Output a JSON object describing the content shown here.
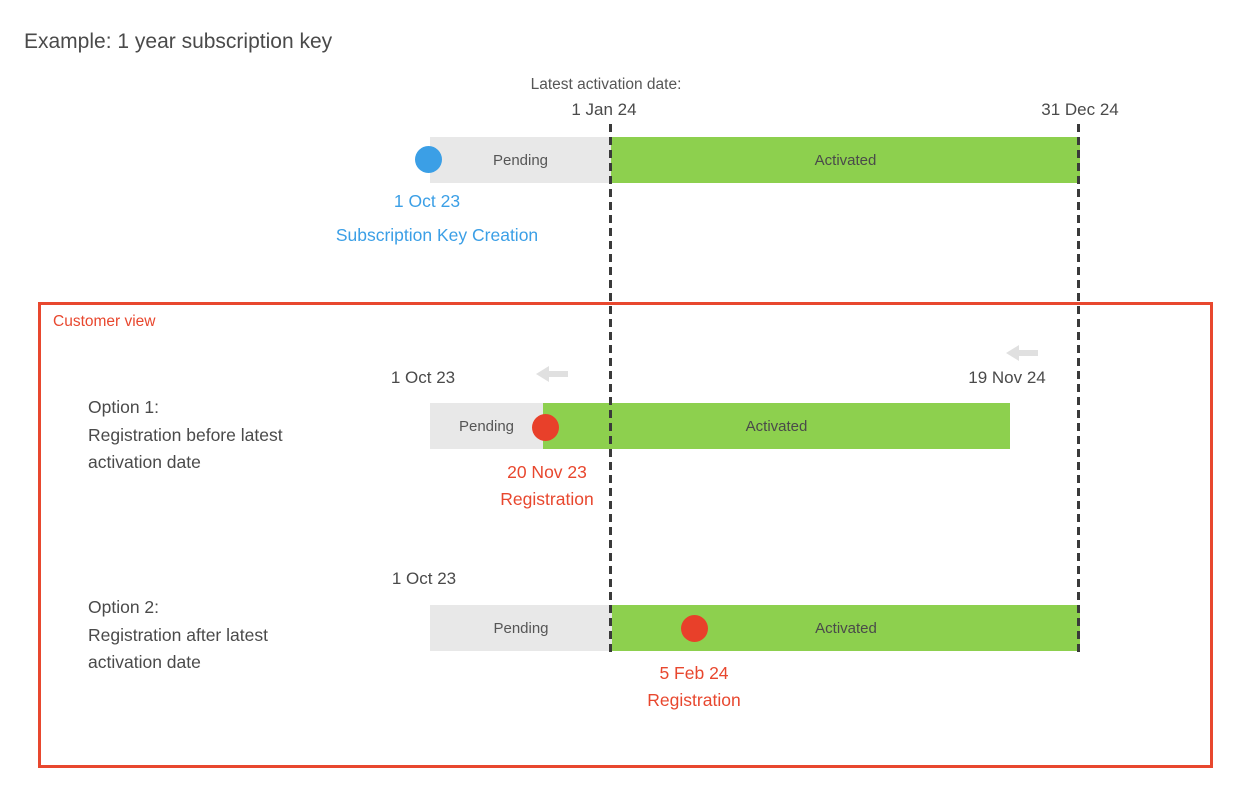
{
  "title": "Example: 1 year subscription key",
  "colors": {
    "accent-blue": "#3B9FE6",
    "accent-red": "#E8472E",
    "dot-red": "#E8402A",
    "bar-green": "#8DD04E",
    "bar-gray": "#E8E8E8",
    "text-dark": "#4A4A4A",
    "text-mid": "#565656",
    "arrow-gray": "#E0E0E0",
    "dash-color": "#3A3A3A"
  },
  "header": {
    "latest_activation_label": "Latest activation date:",
    "latest_activation_date": "1 Jan 24",
    "end_date": "31 Dec 24"
  },
  "creation": {
    "pending_label": "Pending",
    "activated_label": "Activated",
    "date": "1 Oct 23",
    "label": "Subscription Key Creation"
  },
  "customer_view": {
    "box_label": "Customer view",
    "option1": {
      "title": "Option 1:",
      "line2": "Registration before latest",
      "line3": "activation date",
      "start_date": "1 Oct 23",
      "end_date": "19 Nov 24",
      "pending_label": "Pending",
      "activated_label": "Activated",
      "registration_date": "20 Nov 23",
      "registration_label": "Registration"
    },
    "option2": {
      "title": "Option 2:",
      "line2": "Registration after latest",
      "line3": "activation date",
      "start_date": "1 Oct 23",
      "pending_label": "Pending",
      "activated_label": "Activated",
      "registration_date": "5 Feb 24",
      "registration_label": "Registration"
    }
  }
}
